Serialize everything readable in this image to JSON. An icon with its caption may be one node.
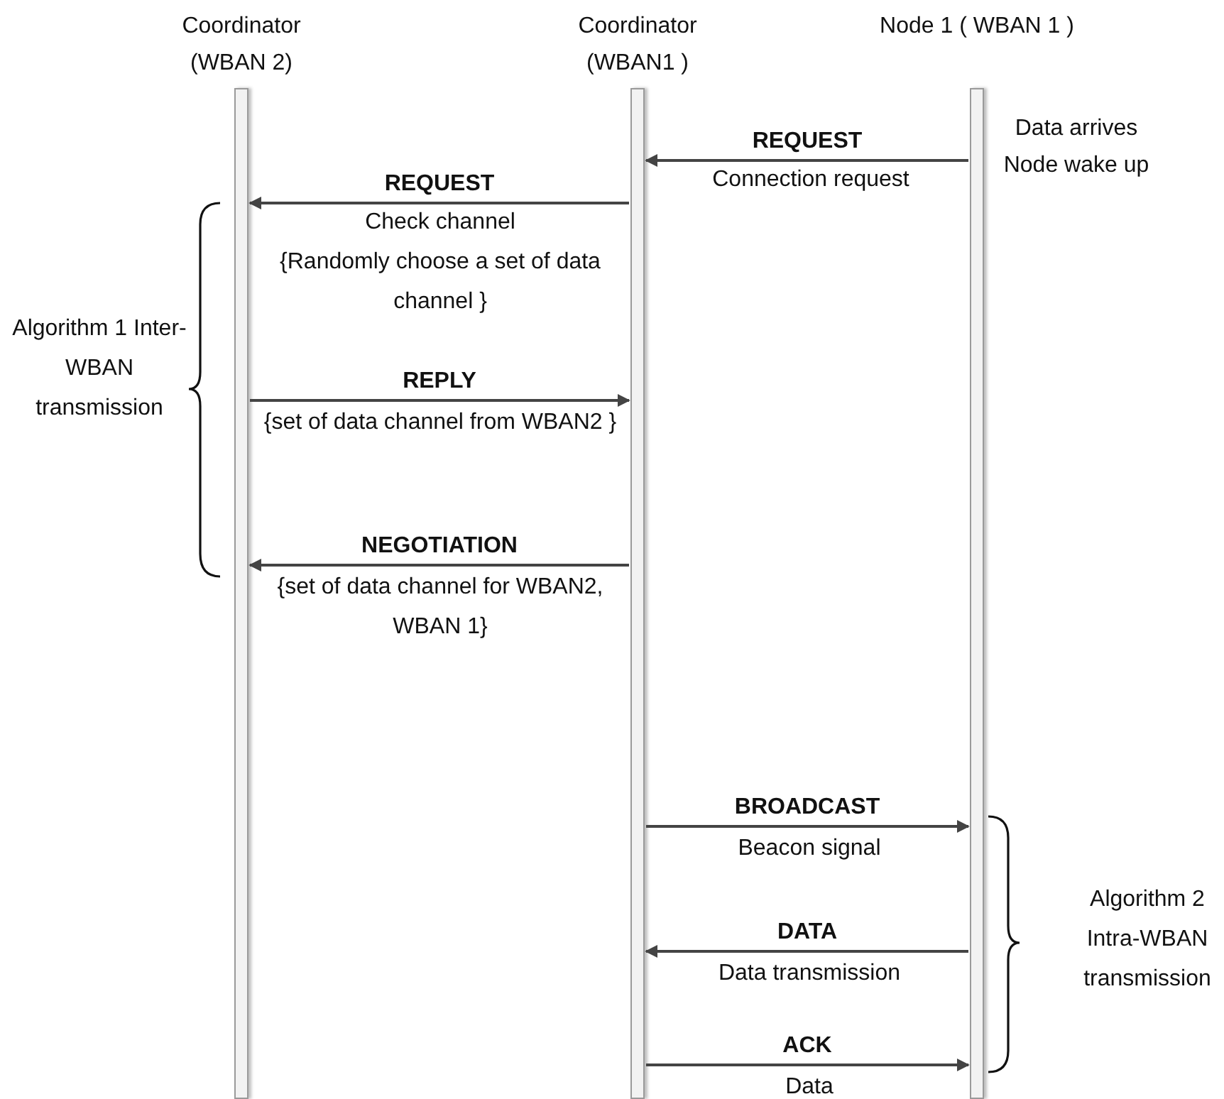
{
  "diagram": {
    "nodes": [
      {
        "text": [
          "Coordinator (WBAN 2)"
        ]
      },
      {
        "text": [
          "Coordinator (WBAN1 )"
        ]
      },
      {
        "text": [
          "Node 1 ( WBAN 1 )"
        ],
        "beside": [
          "Data arrives Node wake up"
        ]
      }
    ],
    "edges": [
      {
        "from": 2,
        "to": 1,
        "arrow": "to",
        "label": "REQUEST"
      },
      {
        "from": 1,
        "to": 0,
        "arrow": "to",
        "label": "REQUEST"
      },
      {
        "from": 0,
        "to": 1,
        "arrow": "to",
        "label": "REPLY"
      },
      {
        "from": 1,
        "to": 0,
        "arrow": "to",
        "label": "NEGOTIATION"
      },
      {
        "from": 1,
        "to": 2,
        "arrow": "to",
        "label": "BROADCAST"
      },
      {
        "from": 2,
        "to": 1,
        "arrow": "to",
        "label": "DATA"
      },
      {
        "from": 1,
        "to": 2,
        "arrow": "to",
        "label": "ACK"
      }
    ],
    "labels": [
      "Connection request",
      "Check channel",
      "{Randomly choose a set of data channel }",
      "Algorithm 1 Inter-WBAN transmission",
      "{set of data channel from WBAN2 }",
      "{set of data channel for WBAN2, WBAN 1}",
      "Beacon signal",
      "Algorithm 2 Intra-WBAN transmission",
      "Data transmission",
      "Data"
    ]
  }
}
